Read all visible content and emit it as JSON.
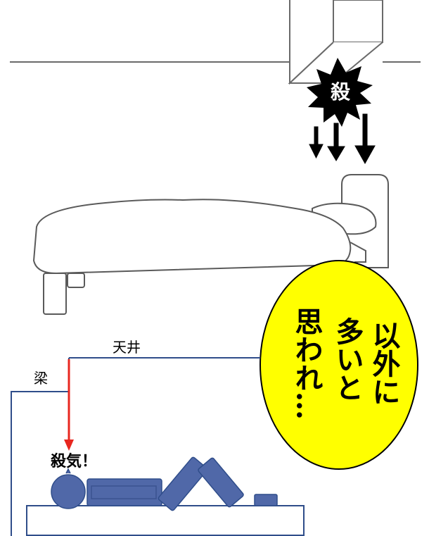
{
  "top_panel": {
    "burst_text": "殺"
  },
  "speech_bubble": {
    "lines": [
      "以外に",
      "多いと",
      "思われ…"
    ],
    "fill_color": "#ffff00"
  },
  "bottom_panel": {
    "ceiling_label": "天井",
    "beam_label": "梁",
    "killing_intent_label": "殺気！",
    "arrow_color": "#e8271f",
    "line_color": "#2f4d8a",
    "figure_color": "#5068a8"
  }
}
